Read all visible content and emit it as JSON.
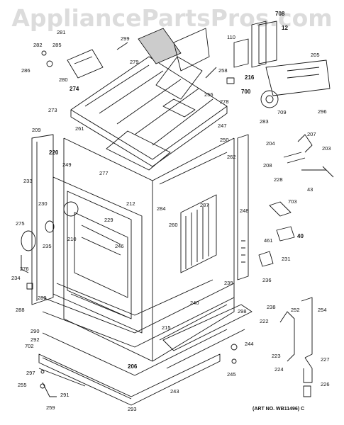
{
  "watermark": "AppliancePartsPros.com",
  "art_number": "(ART NO. WB11496) C",
  "part_labels": [
    {
      "id": "p273",
      "text": "273"
    },
    {
      "id": "p278",
      "text": "278"
    },
    {
      "id": "p279",
      "text": "279"
    },
    {
      "id": "p280",
      "text": "280"
    },
    {
      "id": "p274",
      "text": "274"
    },
    {
      "id": "p282",
      "text": "282"
    },
    {
      "id": "p281",
      "text": "281"
    },
    {
      "id": "p285",
      "text": "285"
    },
    {
      "id": "p286",
      "text": "286"
    },
    {
      "id": "p299",
      "text": "299"
    },
    {
      "id": "p276",
      "text": "276"
    },
    {
      "id": "p277",
      "text": "277"
    },
    {
      "id": "p110",
      "text": "110"
    },
    {
      "id": "p708",
      "text": "708"
    },
    {
      "id": "p12",
      "text": "12"
    },
    {
      "id": "p205",
      "text": "205"
    },
    {
      "id": "p216",
      "text": "216"
    },
    {
      "id": "p258",
      "text": "258"
    },
    {
      "id": "p700",
      "text": "700"
    },
    {
      "id": "p256",
      "text": "256"
    },
    {
      "id": "p709",
      "text": "709"
    },
    {
      "id": "p296",
      "text": "296"
    },
    {
      "id": "p209",
      "text": "209"
    },
    {
      "id": "p261",
      "text": "261"
    },
    {
      "id": "p283",
      "text": "283"
    },
    {
      "id": "p247",
      "text": "247"
    },
    {
      "id": "p250",
      "text": "250"
    },
    {
      "id": "p204",
      "text": "204"
    },
    {
      "id": "p207",
      "text": "207"
    },
    {
      "id": "p203",
      "text": "203"
    },
    {
      "id": "p220",
      "text": "220"
    },
    {
      "id": "p249",
      "text": "249"
    },
    {
      "id": "p262",
      "text": "262"
    },
    {
      "id": "p208",
      "text": "208"
    },
    {
      "id": "p233",
      "text": "233"
    },
    {
      "id": "p228",
      "text": "228"
    },
    {
      "id": "p43",
      "text": "43"
    },
    {
      "id": "p287",
      "text": "287"
    },
    {
      "id": "p212",
      "text": "212"
    },
    {
      "id": "p284",
      "text": "284"
    },
    {
      "id": "p248",
      "text": "248"
    },
    {
      "id": "p703",
      "text": "703"
    },
    {
      "id": "p230",
      "text": "230"
    },
    {
      "id": "p229",
      "text": "229"
    },
    {
      "id": "p275",
      "text": "275"
    },
    {
      "id": "p260",
      "text": "260"
    },
    {
      "id": "p210",
      "text": "210"
    },
    {
      "id": "p246",
      "text": "246"
    },
    {
      "id": "p235",
      "text": "235"
    },
    {
      "id": "p461",
      "text": "461"
    },
    {
      "id": "p40",
      "text": "40"
    },
    {
      "id": "p231",
      "text": "231"
    },
    {
      "id": "p234",
      "text": "234"
    },
    {
      "id": "p236",
      "text": "236"
    },
    {
      "id": "p239",
      "text": "239"
    },
    {
      "id": "p289",
      "text": "289"
    },
    {
      "id": "p238",
      "text": "238"
    },
    {
      "id": "p298",
      "text": "298"
    },
    {
      "id": "p240",
      "text": "240"
    },
    {
      "id": "p288",
      "text": "288"
    },
    {
      "id": "p222",
      "text": "222"
    },
    {
      "id": "p252",
      "text": "252"
    },
    {
      "id": "p254",
      "text": "254"
    },
    {
      "id": "p290",
      "text": "290"
    },
    {
      "id": "p215",
      "text": "215"
    },
    {
      "id": "p292",
      "text": "292"
    },
    {
      "id": "p702",
      "text": "702"
    },
    {
      "id": "p244",
      "text": "244"
    },
    {
      "id": "p223",
      "text": "223"
    },
    {
      "id": "p224",
      "text": "224"
    },
    {
      "id": "p227",
      "text": "227"
    },
    {
      "id": "p206",
      "text": "206"
    },
    {
      "id": "p297",
      "text": "297"
    },
    {
      "id": "p255",
      "text": "255"
    },
    {
      "id": "p291",
      "text": "291"
    },
    {
      "id": "p243",
      "text": "243"
    },
    {
      "id": "p245",
      "text": "245"
    },
    {
      "id": "p226",
      "text": "226"
    },
    {
      "id": "p259",
      "text": "259"
    },
    {
      "id": "p293",
      "text": "293"
    }
  ]
}
